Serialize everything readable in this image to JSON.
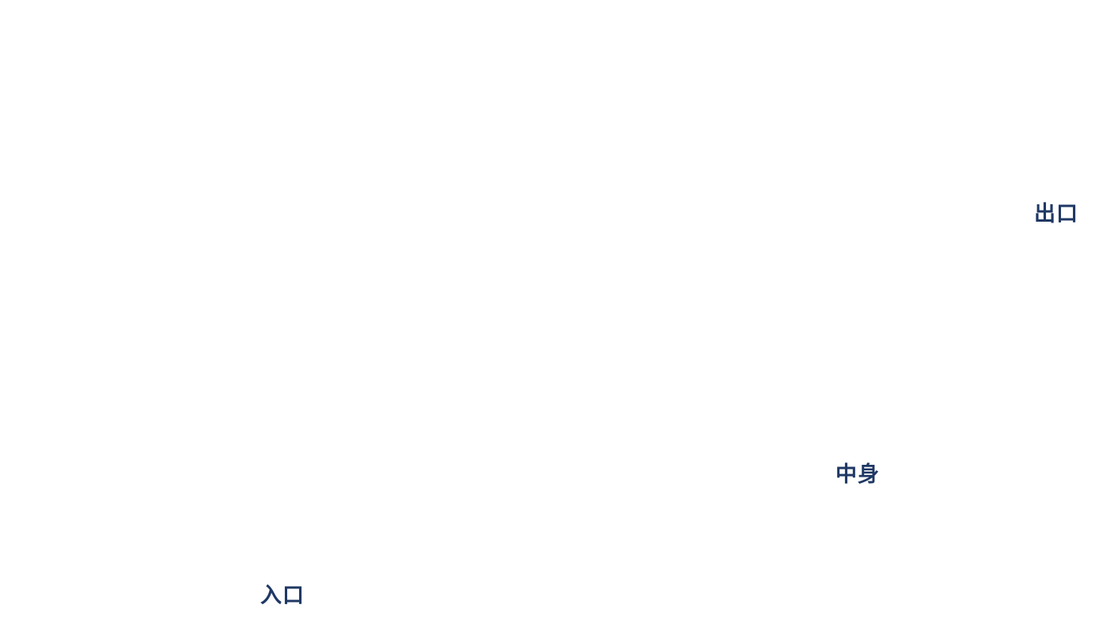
{
  "labels": {
    "exit": "出口",
    "middle": "中身",
    "entrance": "入口"
  },
  "colors": {
    "background": "#ffffff",
    "label_text": "#1f3864"
  }
}
